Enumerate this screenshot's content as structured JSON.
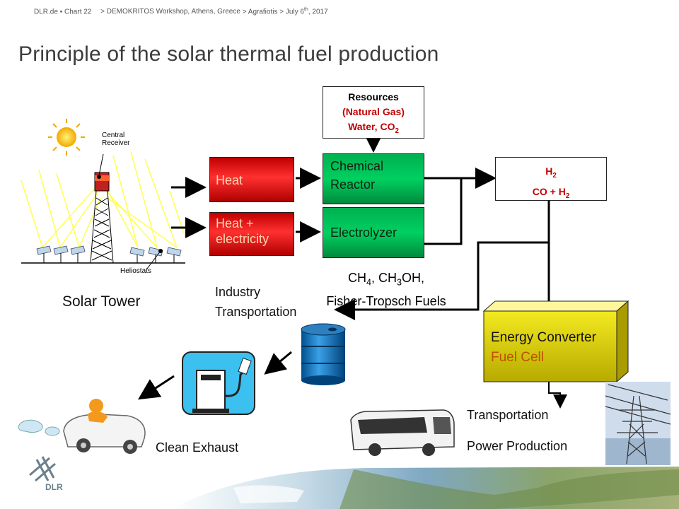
{
  "header": {
    "site": "DLR.de",
    "chart": "Chart 22",
    "event": "> DEMOKRITOS Workshop, Athens, Greece",
    "author": "> Agrafiotis > July 6",
    "date_sup": "th",
    "year": ", 2017"
  },
  "title": "Principle of the solar thermal fuel production",
  "solar": {
    "central_receiver": "Central Receiver",
    "heliostats": "Heliostats",
    "caption": "Solar Tower"
  },
  "boxes": {
    "heat": "Heat",
    "heat_elec": "Heat + electricity",
    "chem_reactor": "Chemical Reactor",
    "electrolyzer": "Electrolyzer",
    "resources_title": "Resources",
    "resources_gas": "(Natural Gas)",
    "resources_water": "Water, CO",
    "resources_water_sub": "2",
    "h2": "H",
    "h2_sub": "2",
    "co_h2": "CO + H",
    "co_h2_sub": "2",
    "energy_converter": "Energy Converter",
    "fuel_cell": "Fuel Cell"
  },
  "fuels": {
    "ch": "CH",
    "ch_sub": "4",
    "ch3": ", CH",
    "ch3_sub": "3",
    "oh": "OH,",
    "ft": "Fisher-Tropsch Fuels"
  },
  "labels": {
    "industry": "Industry",
    "transportation1": "Transportation",
    "clean_exhaust": "Clean Exhaust",
    "transportation2": "Transportation",
    "power_production": "Power Production",
    "dlr_logo": "DLR"
  },
  "colors": {
    "heat_red": "#d40000",
    "reactor_green": "#00b050",
    "converter_yellow": "#d6d000",
    "fuel_cell_text": "#c05000",
    "resource_red": "#c00000",
    "barrel_blue": "#0070c0"
  }
}
